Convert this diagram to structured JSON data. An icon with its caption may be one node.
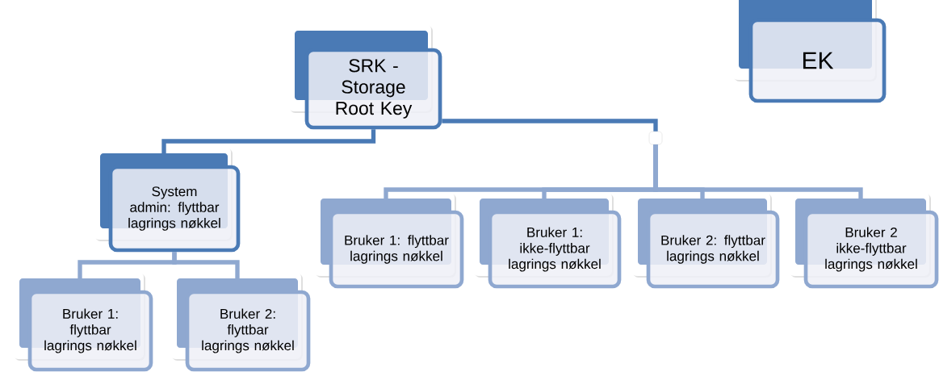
{
  "diagram": {
    "nodes": [
      {
        "text": [
          "SRK - Storage Root Key"
        ]
      },
      {
        "text": [
          "EK"
        ]
      },
      {
        "text": [
          "System admin: flyttbar lagrings nøkkel"
        ]
      },
      {
        "text": [
          "Bruker 1: flyttbar lagrings nøkkel"
        ]
      },
      {
        "text": [
          "Bruker 2: flyttbar lagrings nøkkel"
        ]
      },
      {
        "text": [],
        "shape": "box"
      },
      {
        "text": [
          "Bruker 1: flyttbar lagrings nøkkel"
        ]
      },
      {
        "text": [
          "Bruker 1: ikke-flyttbar lagrings nøkkel"
        ]
      },
      {
        "text": [
          "Bruker 2: flyttbar lagrings nøkkel"
        ]
      },
      {
        "text": [
          "Bruker 2 ikke-flyttbar lagrings nøkkel"
        ]
      }
    ],
    "edges": [
      {
        "from": 0,
        "to": 2,
        "arrow": "none",
        "color": "#4a7ab5"
      },
      {
        "from": 0,
        "to": 5,
        "arrow": "none",
        "color": "#4a7ab5"
      },
      {
        "from": 5,
        "to": 6,
        "arrow": "none"
      },
      {
        "from": 5,
        "to": 7,
        "arrow": "none"
      },
      {
        "from": 5,
        "to": 8,
        "arrow": "none"
      },
      {
        "from": 5,
        "to": 9,
        "arrow": "none"
      },
      {
        "from": 2,
        "to": 3,
        "arrow": "none"
      },
      {
        "from": 2,
        "to": 4,
        "arrow": "none"
      }
    ]
  }
}
